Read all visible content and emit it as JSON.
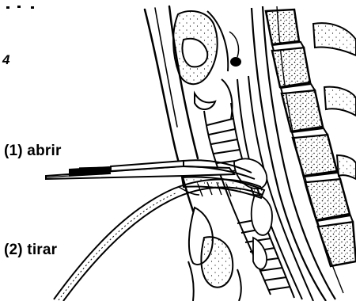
{
  "figure": {
    "panel_number": "4",
    "steps": [
      {
        "label": "(1) abrir"
      },
      {
        "label": "(2) tirar"
      }
    ]
  },
  "colors": {
    "ink": "#000000",
    "paper": "#ffffff"
  }
}
